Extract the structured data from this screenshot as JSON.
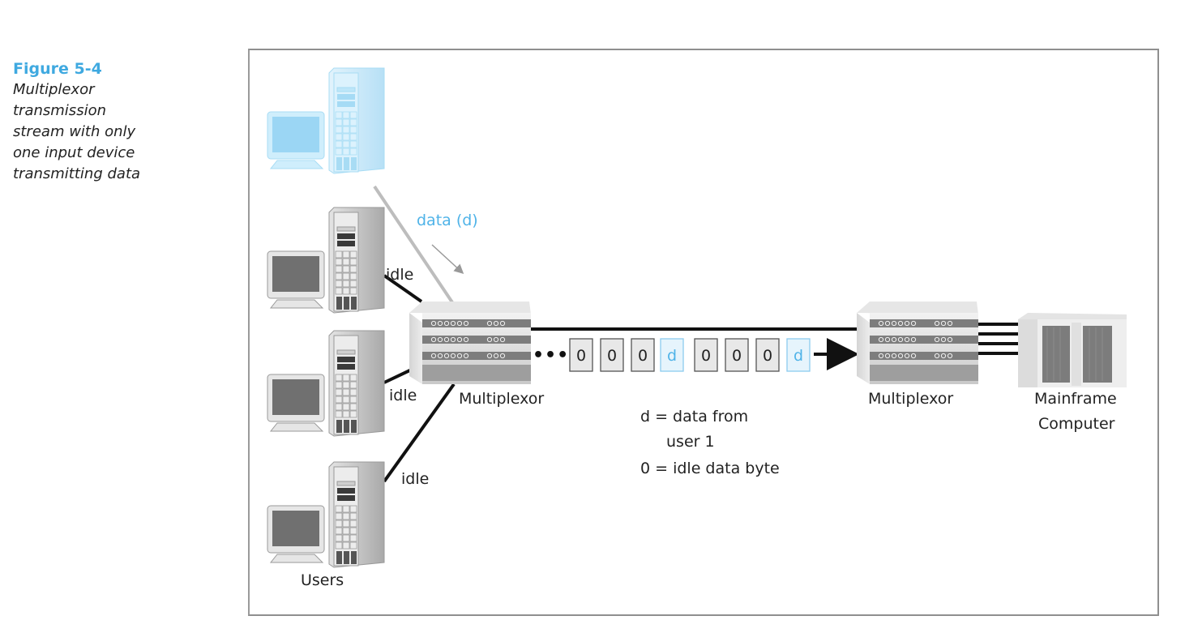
{
  "caption": {
    "figure_number": "Figure 5-4",
    "description_lines": [
      "Multiplexor",
      "transmission",
      "stream with only",
      "one input device",
      "transmitting data"
    ]
  },
  "diagram": {
    "users": [
      {
        "id": "user-1",
        "state": "active",
        "link_label": "data (d)"
      },
      {
        "id": "user-2",
        "state": "idle",
        "link_label": "idle"
      },
      {
        "id": "user-3",
        "state": "idle",
        "link_label": "idle"
      },
      {
        "id": "user-4",
        "state": "idle",
        "link_label": "idle"
      }
    ],
    "users_label": "Users",
    "mux_left_label": "Multiplexor",
    "mux_right_label": "Multiplexor",
    "mainframe_label_line1": "Mainframe",
    "mainframe_label_line2": "Computer",
    "stream_prefix": "•••",
    "stream": [
      "0",
      "0",
      "0",
      "d",
      "0",
      "0",
      "0",
      "d"
    ],
    "legend": {
      "line1": "d = data from",
      "line2": "user 1",
      "line3": "0 = idle data byte"
    },
    "colors": {
      "accent": "#3fa9e0",
      "active_device": "#c8e8f8",
      "idle_device": "#bdbdbd",
      "data_cell_bg": "#e6f4fc",
      "data_cell_border": "#8ccbef",
      "idle_cell_bg": "#e8e8e8",
      "idle_cell_border": "#555555"
    }
  }
}
